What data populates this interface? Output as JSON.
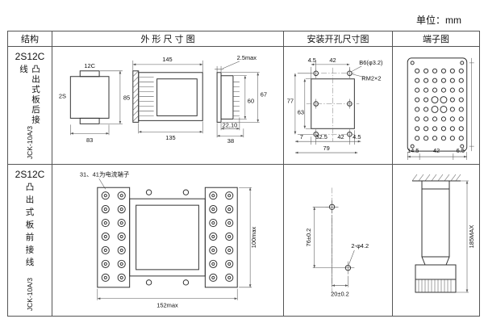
{
  "unit_label": "单位：mm",
  "columns": {
    "structure": "结构",
    "outline": "外 形 尺 寸 图",
    "mounting": "安装开孔尺寸图",
    "terminal": "端子图"
  },
  "rows": [
    {
      "model": "2S12C",
      "wiring": "凸出式板后接线",
      "type_code": "JCK-10A/3",
      "outline_dims": {
        "case_top": "12C",
        "case_side": "2S",
        "width": "83",
        "height": "85",
        "front_width": "145",
        "body_width": "135",
        "panel_gap": "2.5max",
        "depth_total": "67",
        "depth_case": "60",
        "stud_depth": "22,10",
        "depth_back": "38"
      },
      "mounting_dims": {
        "top_offset": "4.5",
        "top_span": "42",
        "hole_note": "B6(φ3.2)",
        "screw_note": "RM2×2",
        "height_total": "77",
        "height_inner": "63",
        "bottom_left": "7",
        "bottom_a": "32.5",
        "bottom_b": "42",
        "bottom_right": "4.5",
        "width_total": "79"
      },
      "terminal_dims": {
        "left": "14.5",
        "middle": "42",
        "right": "6.5"
      }
    },
    {
      "model": "2S12C",
      "wiring": "凸出式板前接线",
      "type_code": "JCK-10A/3",
      "note": "31、41为电流端子",
      "outline_dims": {
        "width": "152max",
        "height": "100max"
      },
      "mounting_dims": {
        "vertical": "76±0.2",
        "holes": "2-φ4.2",
        "offset": "20±0.2"
      },
      "terminal_dims": {
        "height": "185MAX"
      }
    }
  ]
}
